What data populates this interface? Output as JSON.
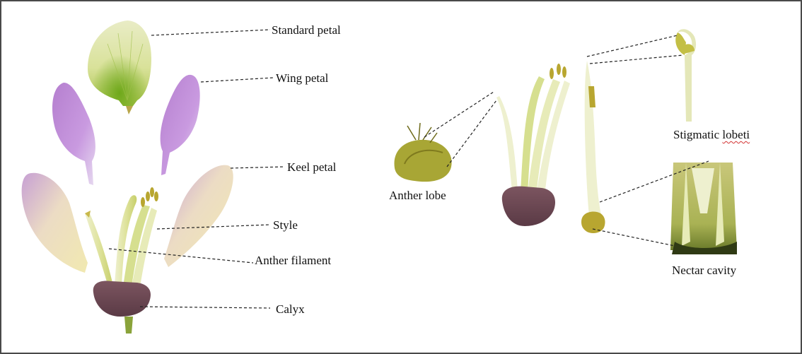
{
  "figure": {
    "labels": {
      "standard_petal": "Standard petal",
      "wing_petal": "Wing petal",
      "keel_petal": "Keel petal",
      "style": "Style",
      "anther_filament": "Anther filament",
      "calyx": "Calyx",
      "anther_lobe": "Anther lobe",
      "stigmatic_lobe_prefix": "Stigmatic ",
      "stigmatic_lobe_word": "lobeti",
      "nectar_cavity": "Nectar cavity"
    },
    "colors": {
      "leader_line": "#222222",
      "spell_check_underline": "#d33333"
    }
  }
}
